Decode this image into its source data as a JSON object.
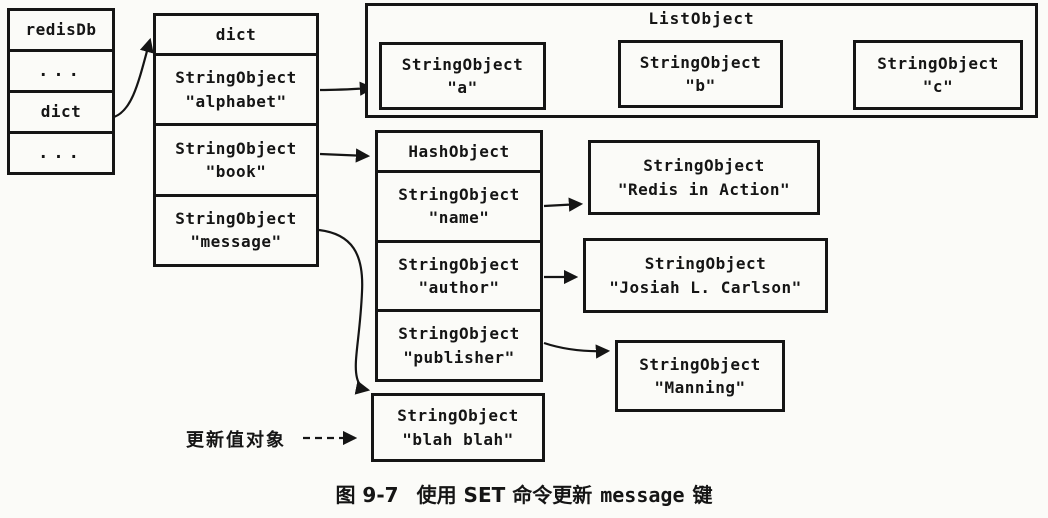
{
  "left_table": {
    "rows": [
      "redisDb",
      "...",
      "dict",
      "..."
    ]
  },
  "dict_table": {
    "header": "dict",
    "rows": [
      {
        "type": "StringObject",
        "value": "\"alphabet\""
      },
      {
        "type": "StringObject",
        "value": "\"book\""
      },
      {
        "type": "StringObject",
        "value": "\"message\""
      }
    ]
  },
  "list_object": {
    "label": "ListObject",
    "items": [
      {
        "type": "StringObject",
        "value": "\"a\""
      },
      {
        "type": "StringObject",
        "value": "\"b\""
      },
      {
        "type": "StringObject",
        "value": "\"c\""
      }
    ]
  },
  "hash_table": {
    "header": "HashObject",
    "rows": [
      {
        "type": "StringObject",
        "value": "\"name\""
      },
      {
        "type": "StringObject",
        "value": "\"author\""
      },
      {
        "type": "StringObject",
        "value": "\"publisher\""
      }
    ]
  },
  "value_boxes": [
    {
      "type": "StringObject",
      "value": "\"Redis in Action\""
    },
    {
      "type": "StringObject",
      "value": "\"Josiah L. Carlson\""
    },
    {
      "type": "StringObject",
      "value": "\"Manning\""
    }
  ],
  "new_value_box": {
    "type": "StringObject",
    "value": "\"blah blah\""
  },
  "annotation": {
    "label": "更新值对象"
  },
  "caption": {
    "figure_label": "图 9-7",
    "text_before": "使用 SET 命令更新",
    "code": "message",
    "text_after": "键"
  },
  "colors": {
    "ink": "#151515",
    "paper": "#fbfbf8"
  }
}
